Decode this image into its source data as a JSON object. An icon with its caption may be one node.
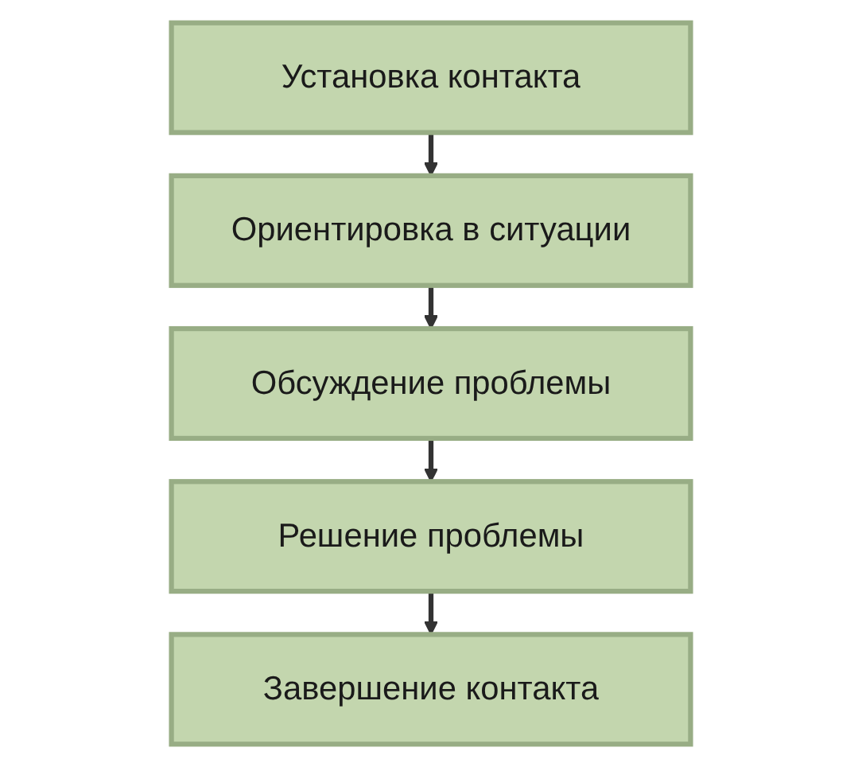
{
  "diagram": {
    "nodes": [
      {
        "text": [
          "Установка контакта"
        ]
      },
      {
        "text": [
          "Ориентировка в ситуации"
        ]
      },
      {
        "text": [
          "Обсуждение проблемы"
        ]
      },
      {
        "text": [
          "Решение проблемы"
        ]
      },
      {
        "text": [
          "Завершение контакта"
        ]
      }
    ],
    "edges": [
      {
        "from": 0,
        "to": 1,
        "arrow": "to"
      },
      {
        "from": 1,
        "to": 2,
        "arrow": "to"
      },
      {
        "from": 2,
        "to": 3,
        "arrow": "to"
      },
      {
        "from": 3,
        "to": 4,
        "arrow": "to"
      }
    ]
  }
}
